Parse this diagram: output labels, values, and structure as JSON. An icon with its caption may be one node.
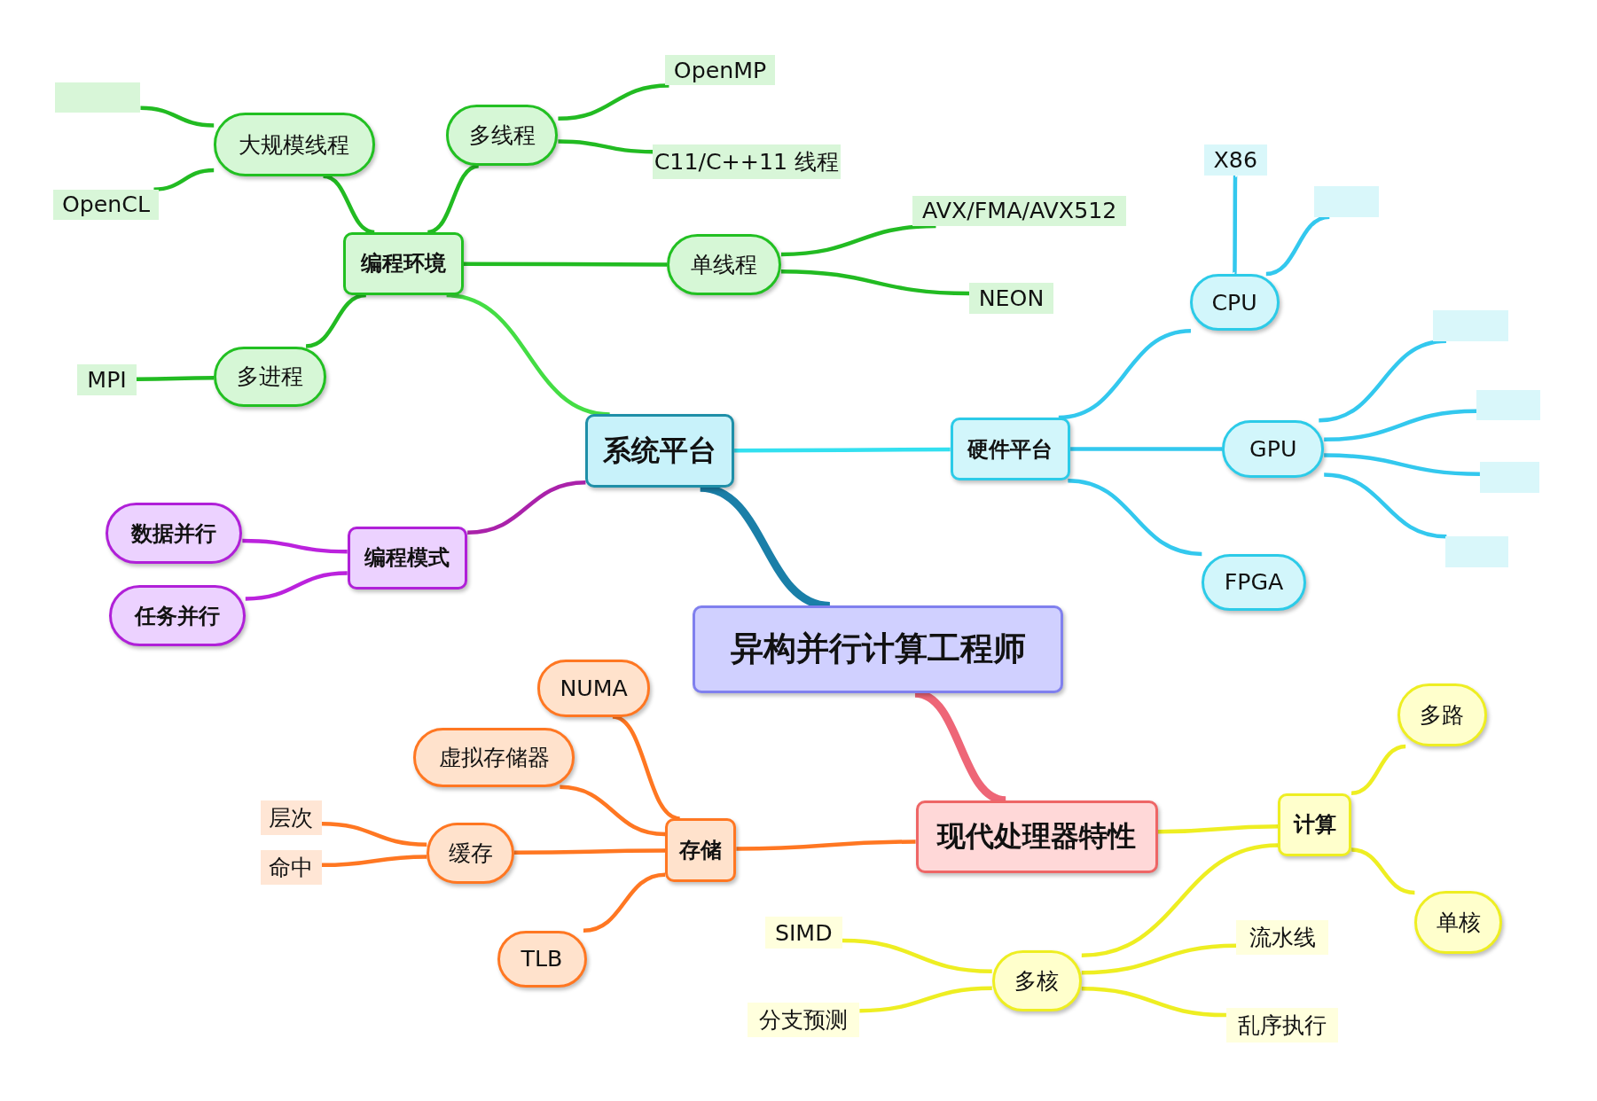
{
  "diagram": {
    "nodes": [
      {
        "text": [
          "异构并行计算工程师"
        ]
      },
      {
        "text": [
          "系统平台"
        ]
      },
      {
        "text": [
          "硬件平台"
        ]
      },
      {
        "text": [
          "CPU"
        ]
      },
      {
        "text": [
          "X86"
        ]
      },
      {
        "text": [],
        "shape": "box"
      },
      {
        "text": [
          "GPU"
        ]
      },
      {
        "text": [],
        "shape": "box"
      },
      {
        "text": [],
        "shape": "box"
      },
      {
        "text": [],
        "shape": "box"
      },
      {
        "text": [],
        "shape": "box"
      },
      {
        "text": [
          "FPGA"
        ]
      },
      {
        "text": [
          "编程环境"
        ]
      },
      {
        "text": [
          "大规模线程"
        ]
      },
      {
        "text": [],
        "shape": "box"
      },
      {
        "text": [
          "OpenCL"
        ]
      },
      {
        "text": [
          "多线程"
        ]
      },
      {
        "text": [
          "OpenMP"
        ]
      },
      {
        "text": [
          "C11/C++11 线程"
        ]
      },
      {
        "text": [
          "单线程"
        ]
      },
      {
        "text": [
          "AVX/FMA/AVX512"
        ]
      },
      {
        "text": [
          "NEON"
        ]
      },
      {
        "text": [
          "多进程"
        ]
      },
      {
        "text": [
          "MPI"
        ]
      },
      {
        "text": [
          "编程模式"
        ]
      },
      {
        "text": [
          "数据并行"
        ]
      },
      {
        "text": [
          "任务并行"
        ]
      },
      {
        "text": [
          "现代处理器特性"
        ]
      },
      {
        "text": [
          "存储"
        ]
      },
      {
        "text": [
          "NUMA"
        ]
      },
      {
        "text": [
          "虚拟存储器"
        ]
      },
      {
        "text": [
          "缓存"
        ]
      },
      {
        "text": [
          "层次"
        ]
      },
      {
        "text": [
          "命中"
        ]
      },
      {
        "text": [
          "TLB"
        ]
      },
      {
        "text": [
          "计算"
        ]
      },
      {
        "text": [
          "多路"
        ]
      },
      {
        "text": [
          "单核"
        ]
      },
      {
        "text": [
          "多核"
        ]
      },
      {
        "text": [
          "SIMD"
        ]
      },
      {
        "text": [
          "分支预测"
        ]
      },
      {
        "text": [
          "流水线"
        ]
      },
      {
        "text": [
          "乱序执行"
        ]
      }
    ],
    "edges": [
      {
        "from": 0,
        "to": 1,
        "arrow": "none",
        "style": "thick",
        "color": "#1a7fa8"
      },
      {
        "from": 1,
        "to": 2,
        "arrow": "none",
        "color": "#33e0f0"
      },
      {
        "from": 2,
        "to": 3,
        "arrow": "none",
        "color": "#33c8ee"
      },
      {
        "from": 3,
        "to": 4,
        "arrow": "none",
        "color": "#33c8ee"
      },
      {
        "from": 3,
        "to": 5,
        "arrow": "none",
        "color": "#33c8ee"
      },
      {
        "from": 2,
        "to": 6,
        "arrow": "none",
        "color": "#33c8ee"
      },
      {
        "from": 6,
        "to": 7,
        "arrow": "none",
        "color": "#33c8ee"
      },
      {
        "from": 6,
        "to": 8,
        "arrow": "none",
        "color": "#33c8ee"
      },
      {
        "from": 6,
        "to": 9,
        "arrow": "none",
        "color": "#33c8ee"
      },
      {
        "from": 6,
        "to": 10,
        "arrow": "none",
        "color": "#33c8ee"
      },
      {
        "from": 2,
        "to": 11,
        "arrow": "none",
        "color": "#33c8ee"
      },
      {
        "from": 1,
        "to": 12,
        "arrow": "none",
        "color": "#44dd44"
      },
      {
        "from": 12,
        "to": 13,
        "arrow": "none",
        "color": "#22bb22"
      },
      {
        "from": 13,
        "to": 14,
        "arrow": "none",
        "color": "#22bb22"
      },
      {
        "from": 13,
        "to": 15,
        "arrow": "none",
        "color": "#22bb22"
      },
      {
        "from": 12,
        "to": 16,
        "arrow": "none",
        "color": "#22bb22"
      },
      {
        "from": 16,
        "to": 17,
        "arrow": "none",
        "color": "#22bb22"
      },
      {
        "from": 16,
        "to": 18,
        "arrow": "none",
        "color": "#22bb22"
      },
      {
        "from": 12,
        "to": 19,
        "arrow": "none",
        "color": "#22bb22"
      },
      {
        "from": 19,
        "to": 20,
        "arrow": "none",
        "color": "#22bb22"
      },
      {
        "from": 19,
        "to": 21,
        "arrow": "none",
        "color": "#22bb22"
      },
      {
        "from": 12,
        "to": 22,
        "arrow": "none",
        "color": "#22bb22"
      },
      {
        "from": 22,
        "to": 23,
        "arrow": "none",
        "color": "#22bb22"
      },
      {
        "from": 1,
        "to": 24,
        "arrow": "none",
        "color": "#aa22aa"
      },
      {
        "from": 24,
        "to": 25,
        "arrow": "none",
        "color": "#bb22dd"
      },
      {
        "from": 24,
        "to": 26,
        "arrow": "none",
        "color": "#bb22dd"
      },
      {
        "from": 0,
        "to": 27,
        "arrow": "none",
        "style": "thick",
        "color": "#ee6677"
      },
      {
        "from": 27,
        "to": 28,
        "arrow": "none",
        "color": "#ff7722"
      },
      {
        "from": 28,
        "to": 29,
        "arrow": "none",
        "color": "#ff7722"
      },
      {
        "from": 28,
        "to": 30,
        "arrow": "none",
        "color": "#ff7722"
      },
      {
        "from": 28,
        "to": 31,
        "arrow": "none",
        "color": "#ff7722"
      },
      {
        "from": 31,
        "to": 32,
        "arrow": "none",
        "color": "#ff7722"
      },
      {
        "from": 31,
        "to": 33,
        "arrow": "none",
        "color": "#ff7722"
      },
      {
        "from": 28,
        "to": 34,
        "arrow": "none",
        "color": "#ff7722"
      },
      {
        "from": 27,
        "to": 35,
        "arrow": "none",
        "color": "#eeee22"
      },
      {
        "from": 35,
        "to": 36,
        "arrow": "none",
        "color": "#eeee22"
      },
      {
        "from": 35,
        "to": 37,
        "arrow": "none",
        "color": "#eeee22"
      },
      {
        "from": 35,
        "to": 38,
        "arrow": "none",
        "color": "#eeee22"
      },
      {
        "from": 38,
        "to": 39,
        "arrow": "none",
        "color": "#eeee22"
      },
      {
        "from": 38,
        "to": 40,
        "arrow": "none",
        "color": "#eeee22"
      },
      {
        "from": 38,
        "to": 41,
        "arrow": "none",
        "color": "#eeee22"
      },
      {
        "from": 38,
        "to": 42,
        "arrow": "none",
        "color": "#eeee22"
      }
    ]
  }
}
